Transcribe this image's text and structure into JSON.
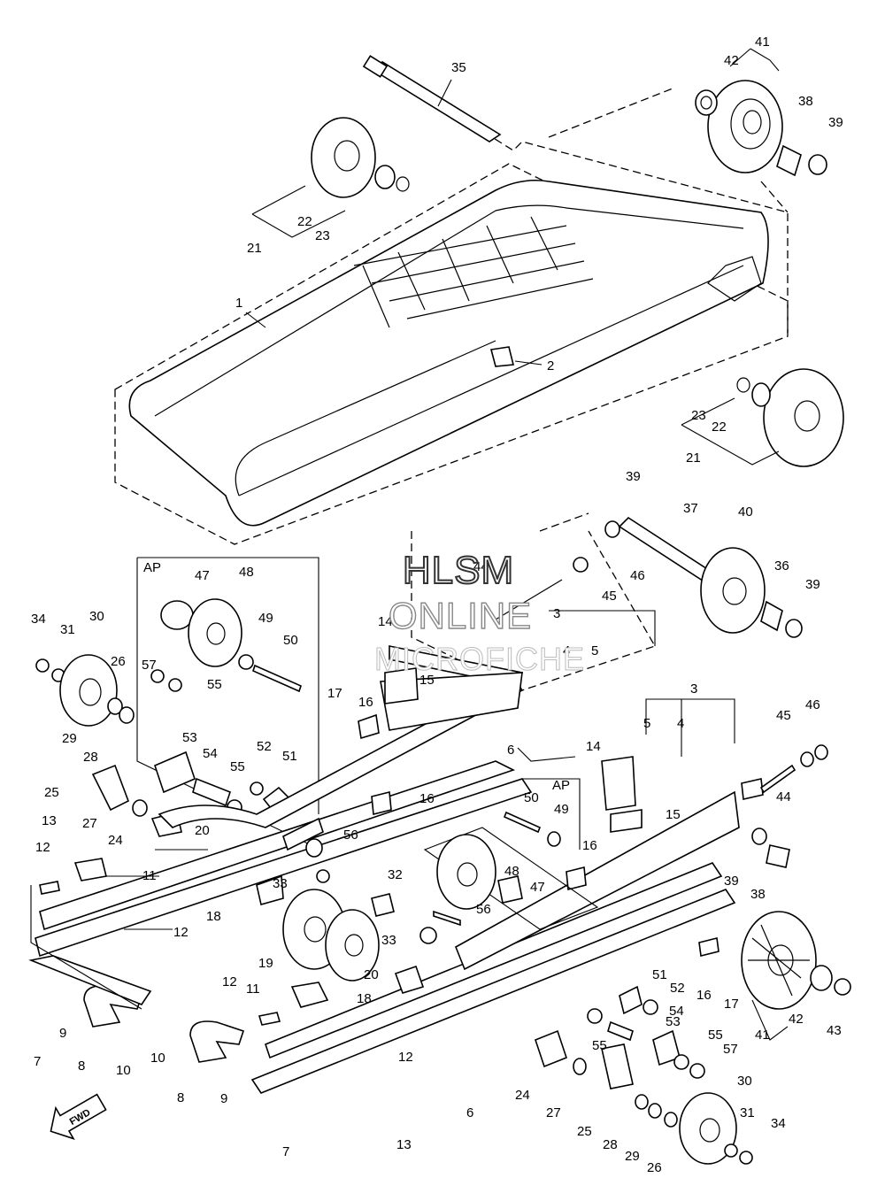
{
  "watermark": {
    "line1": "HLSM",
    "line2": "ONLINE",
    "line3": "MICROFICHE"
  },
  "labels": {
    "ap": "AP",
    "fwd": "FWD"
  },
  "callouts": [
    "1",
    "2",
    "3",
    "4",
    "5",
    "6",
    "7",
    "8",
    "9",
    "10",
    "11",
    "12",
    "13",
    "14",
    "15",
    "16",
    "17",
    "18",
    "19",
    "20",
    "21",
    "22",
    "23",
    "24",
    "25",
    "26",
    "27",
    "28",
    "29",
    "30",
    "31",
    "32",
    "33",
    "34",
    "35",
    "36",
    "37",
    "38",
    "39",
    "40",
    "41",
    "42",
    "43",
    "44",
    "45",
    "46",
    "47",
    "48",
    "49",
    "50",
    "51",
    "52",
    "53",
    "54",
    "55",
    "56",
    "57"
  ],
  "icons": [
    "fwd-arrow-icon"
  ]
}
